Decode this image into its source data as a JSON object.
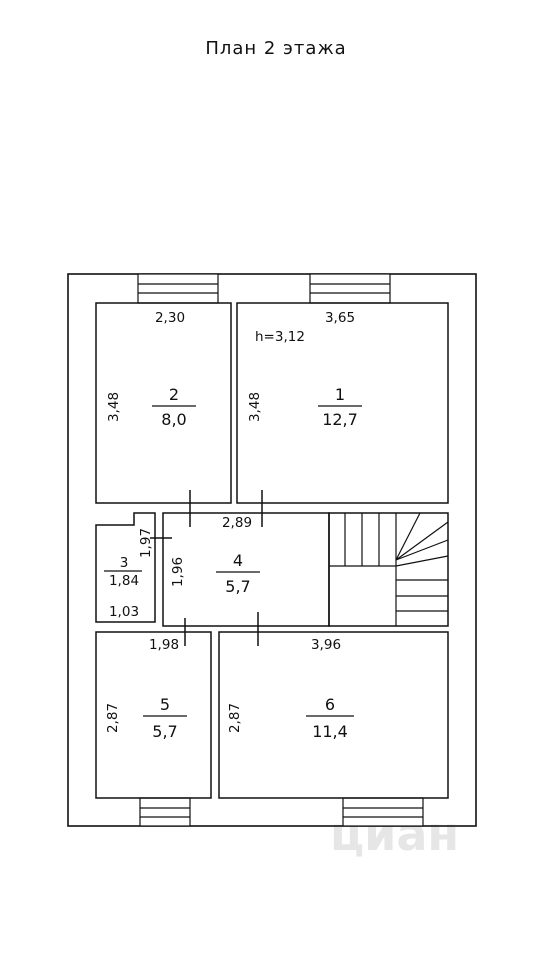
{
  "title": "План 2 этажа",
  "ceiling_height": "h=3,12",
  "watermark": "циан",
  "rooms": [
    {
      "id": "1",
      "number": "1",
      "area": "12,7",
      "width": "3,65",
      "height": "3,48"
    },
    {
      "id": "2",
      "number": "2",
      "area": "8,0",
      "width": "2,30",
      "height": "3,48"
    },
    {
      "id": "3",
      "number": "3",
      "area": "1,84",
      "width": "1,03",
      "height": "1,97"
    },
    {
      "id": "4",
      "number": "4",
      "area": "5,7",
      "width": "2,89",
      "height": "1,96"
    },
    {
      "id": "5",
      "number": "5",
      "area": "5,7",
      "width": "1,98",
      "height": "2,87"
    },
    {
      "id": "6",
      "number": "6",
      "area": "11,4",
      "width": "3,96",
      "height": "2,87"
    }
  ]
}
